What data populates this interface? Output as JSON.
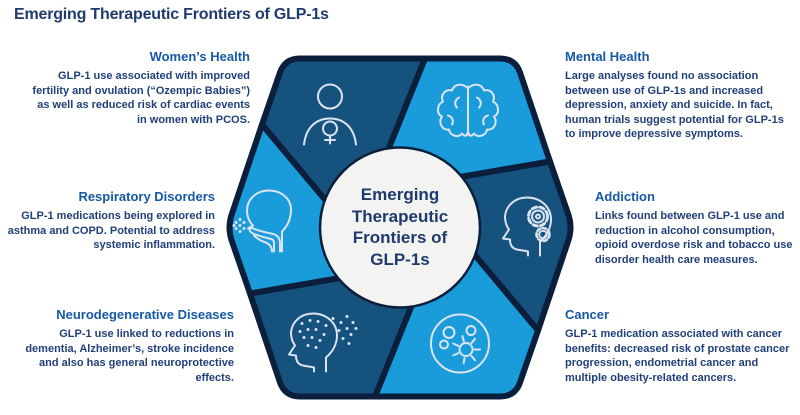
{
  "title": "Emerging Therapeutic Frontiers of GLP-1s",
  "center_circle": {
    "lines": [
      "Emerging",
      "Therapeutic",
      "Frontiers of",
      "GLP-1s"
    ]
  },
  "sections": [
    {
      "id": "womens-health",
      "title": "Women’s Health",
      "body": "GLP-1 use associated with improved fertility and ovulation (“Ozempic Babies”) as well as reduced risk of cardiac events in women with PCOS.",
      "icon": "female-icon",
      "blade_color": "#15527E"
    },
    {
      "id": "mental-health",
      "title": "Mental Health",
      "body": "Large analyses found no association between use of GLP-1s and increased depression, anxiety and suicide. In fact, human trials suggest potential for GLP-1s to improve depressive symptoms.",
      "icon": "brain-icon",
      "blade_color": "#1A9CDB"
    },
    {
      "id": "respiratory-disorders",
      "title": "Respiratory Disorders",
      "body": "GLP-1 medications being explored in asthma and COPD. Potential to address systemic inflammation.",
      "icon": "cough-icon",
      "blade_color": "#1A9CDB"
    },
    {
      "id": "addiction",
      "title": "Addiction",
      "body": "Links found between GLP-1 use and reduction in alcohol consumption, opioid overdose risk and tobacco use disorder health care measures.",
      "icon": "head-gears-icon",
      "blade_color": "#15527E"
    },
    {
      "id": "neurodegenerative-diseases",
      "title": "Neurodegenerative Diseases",
      "body": "GLP-1 use linked to reductions in dementia, Alzheimer’s, stroke incidence and also has general neuroprotective effects.",
      "icon": "head-dots-icon",
      "blade_color": "#15527E"
    },
    {
      "id": "cancer",
      "title": "Cancer",
      "body": "GLP-1 medication associated with cancer benefits: decreased risk of prostate cancer progression, endometrial cancer and multiple obesity-related cancers.",
      "icon": "cancer-cell-icon",
      "blade_color": "#1A9CDB"
    }
  ],
  "colors": {
    "background": "#FFFFFF",
    "title_text": "#1F3A6D",
    "heading_text": "#1659A7",
    "body_text": "#21407A",
    "blade_dark": "#15527E",
    "blade_light": "#1A9CDB",
    "outline_navy": "#0B1E3C",
    "center_circle_fill": "#F3F3F1",
    "icon_stroke": "#DBE3F0"
  }
}
